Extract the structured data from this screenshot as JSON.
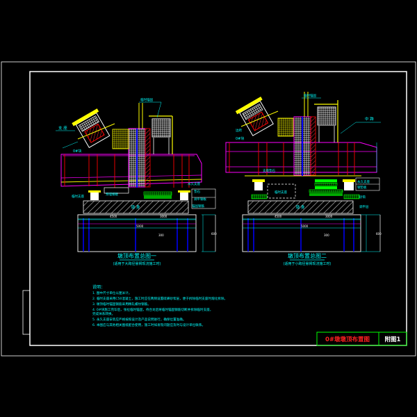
{
  "drawing": {
    "title_block": {
      "title": "0#墩墩顶布置图",
      "sheet_no": "附图1"
    },
    "elevations": [
      {
        "title": "墩顶布置总图一",
        "subtitle": "(适用于大跨径悬臂现浇施工时)",
        "labels": {
          "top_left": "支 座",
          "deck": "0#块",
          "pier": "墩 身",
          "left_bearing": "临时支座",
          "left_anchor": "预埋钢板",
          "right_bearing": "永久支座",
          "right_note1": "垫石",
          "right_note2": "调平钢板",
          "right_note3": "锚固钢筋",
          "top_right": "临时锚固"
        },
        "dims": [
          "4500",
          "5000",
          "3000",
          "600",
          "300"
        ]
      },
      {
        "title": "墩顶布置总图二",
        "subtitle": "(适用于小跨径悬臂现浇施工时)",
        "labels": {
          "top_right": "中 跨",
          "deck": "0#块",
          "pier": "墩 身",
          "left_note": "支座垫石",
          "center_box": "临时支座",
          "right_note1": "永久支座",
          "right_note2": "钢垫板",
          "right_note3": "砂筒",
          "right_note4": "调平层",
          "top_left": "边跨",
          "top_center": "临时锚固"
        },
        "dims": [
          "4500",
          "5000",
          "3000",
          "600",
          "300"
        ]
      }
    ],
    "notes": {
      "heading": "说明：",
      "items": [
        "1. 图中尺寸单位以厘米计。",
        "2. 临时支座采用C50混凝土，施工时应在两侧设置硫磺砂浆层，便于拆除临时支座时熔化拆除。",
        "3. 墩顶临时锚固钢筋采用精轧螺纹钢筋。",
        "4. 0#块施工完毕后，张拉临时锚固，待合龙后将临时锚固钢筋切断并拆除临时支座，",
        "   完成体系转换。",
        "5. 永久支座安装应严格按照设计及产品说明进行，确保位置准确。",
        "6. 本图应与其他相关图纸配合使用，施工时如发现问题应及时与设计单位联系。"
      ]
    },
    "colors": {
      "frame": "#ffffff",
      "concrete": "#ff00ff",
      "rebar": "#ff0000",
      "steel": "#ffff00",
      "dimension": "#00ffff",
      "text": "#00ffff",
      "blue": "#0000ff",
      "green": "#00ff00",
      "title_red": "#ff2020"
    }
  }
}
